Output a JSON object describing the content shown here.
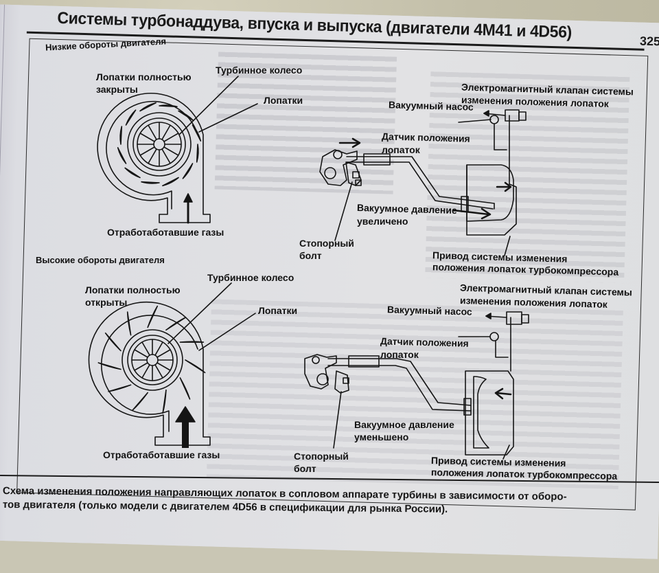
{
  "page": {
    "running_title": "Системы турбонаддува, впуска и выпуска (двигатели 4M41 и 4D56)",
    "page_number": "325"
  },
  "figure": {
    "low_rpm": {
      "section_title": "Низкие обороты двигателя",
      "vanes_state": "Лопатки полностью закрыты",
      "vanes_state_line1": "Лопатки полностью",
      "vanes_state_line2": "закрыты",
      "turbine_wheel": "Турбинное колесо",
      "vanes": "Лопатки",
      "exhaust": "Отработаботавшие газы",
      "solenoid_line1": "Электромагнитный клапан системы",
      "solenoid_line2": "изменения положения лопаток",
      "vacuum_pump": "Вакуумный насос",
      "sensor_line1": "Датчик положения",
      "sensor_line2": "лопаток",
      "vacuum_line1": "Вакуумное давление",
      "vacuum_line2": "увеличено",
      "bolt_line1": "Стопорный",
      "bolt_line2": "болт",
      "actuator_line1": "Привод системы изменения",
      "actuator_line2": "положения лопаток турбокомпрессора"
    },
    "high_rpm": {
      "section_title": "Высокие обороты двигателя",
      "vanes_state_line1": "Лопатки полностью",
      "vanes_state_line2": "открыты",
      "turbine_wheel": "Турбинное колесо",
      "vanes": "Лопатки",
      "exhaust": "Отработаботавшие газы",
      "solenoid_line1": "Электромагнитный клапан системы",
      "solenoid_line2": "изменения положения лопаток",
      "vacuum_pump": "Вакуумный насос",
      "sensor_line1": "Датчик положения",
      "sensor_line2": "лопаток",
      "vacuum_line1": "Вакуумное давление",
      "vacuum_line2": "уменьшено",
      "bolt_line1": "Стопорный",
      "bolt_line2": "болт",
      "actuator_line1": "Привод системы изменения",
      "actuator_line2": "положения лопаток турбокомпрессора"
    },
    "caption_line1": "Схема изменения положения направляющих лопаток в сопловом аппарате турбины в зависимости от оборо-",
    "caption_line2": "тов двигателя (только модели с двигателем 4D56 в спецификации для рынка России)."
  },
  "colors": {
    "ink": "#111111",
    "paper": "#e0e0e3"
  }
}
